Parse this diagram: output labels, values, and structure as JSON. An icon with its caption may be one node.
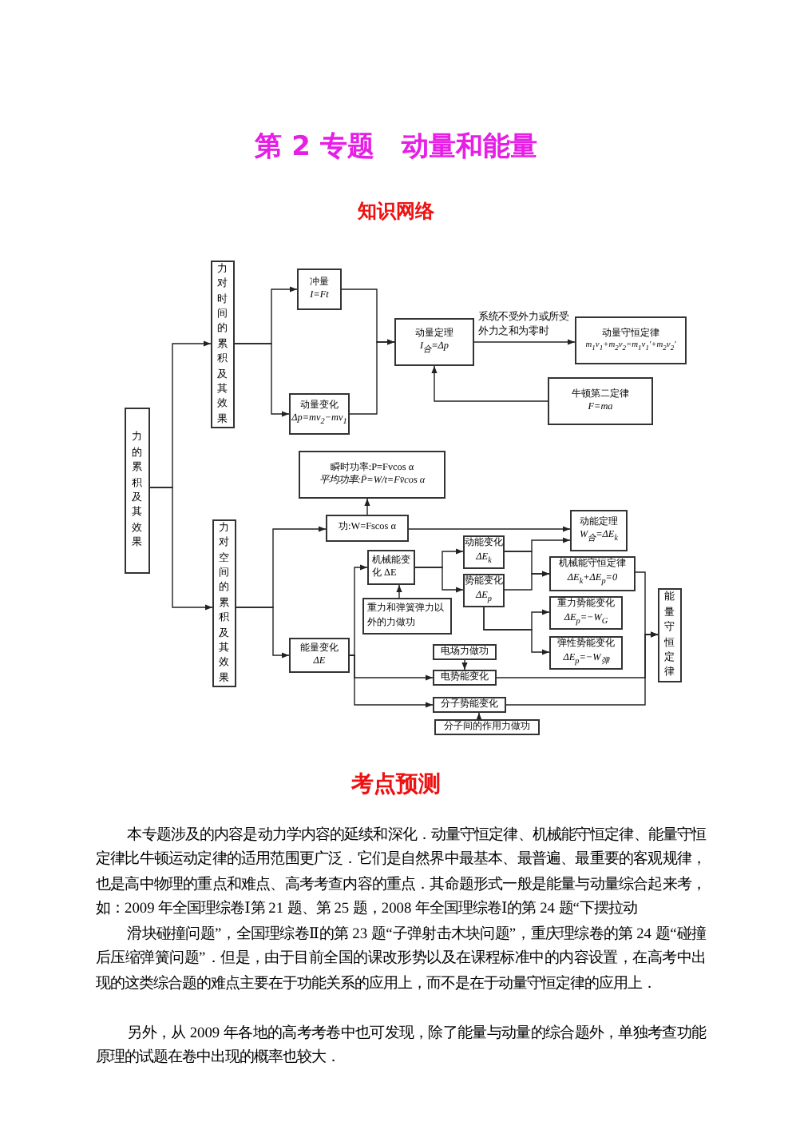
{
  "diagram": {
    "title": "第 2 专题　动量和能量",
    "nodes": [
      {
        "text": [
          "力的累积及其效果"
        ]
      },
      {
        "text": [
          "力对时间的累积及其效果"
        ]
      },
      {
        "text": [
          "冲量",
          "I=Ft"
        ]
      },
      {
        "text": [
          "动量变化",
          "Δp=mv$_{2}$−mv$_{1}$"
        ]
      },
      {
        "text": [
          "动量定理",
          "I$_{合}$=Δp"
        ]
      },
      {
        "text": [
          "动量守恒定律",
          "m$_{1}$v$_{1}$+m$_{2}$v$_{2}$=m$_{1}$v$_{1}$′+m$_{2}$v$_{2}$′"
        ]
      },
      {
        "text": [
          "牛顿第二定律",
          "F=ma"
        ]
      },
      {
        "text": [
          "瞬时功率:P=Fvcos α",
          "平均功率:P̄=W/t=Fv̄cos α"
        ]
      },
      {
        "text": [
          "力对空间的累积及其效果"
        ]
      },
      {
        "text": [
          "功:W=Fscos α"
        ]
      },
      {
        "text": [
          "动能定理",
          "W$_{合}$=ΔE$_{k}$"
        ]
      },
      {
        "text": [
          "机械能变化 ΔE"
        ]
      },
      {
        "text": [
          "动能变化",
          "ΔE$_{k}$"
        ]
      },
      {
        "text": [
          "势能变化",
          "ΔE$_{p}$"
        ]
      },
      {
        "text": [
          "机械能守恒定律",
          "ΔE$_{k}$+ΔE$_{p}$=0"
        ]
      },
      {
        "text": [
          "重力和弹簧弹力以外的力做功"
        ]
      },
      {
        "text": [
          "重力势能变化",
          "ΔE$_{p}$=−W$_{G}$"
        ]
      },
      {
        "text": [
          "弹性势能变化",
          "ΔE$_{p}$=−W$_{弹}$"
        ]
      },
      {
        "text": [
          "能量守恒定律"
        ]
      },
      {
        "text": [
          "能量变化",
          "ΔE"
        ]
      },
      {
        "text": [
          "电场力做功"
        ]
      },
      {
        "text": [
          "电势能变化"
        ]
      },
      {
        "text": [
          "分子势能变化"
        ]
      },
      {
        "text": [
          "分子间的作用力做功"
        ]
      }
    ],
    "edges": [
      {
        "from": 0,
        "to": 1,
        "arrow": "to"
      },
      {
        "from": 0,
        "to": 8,
        "arrow": "to"
      },
      {
        "from": 1,
        "to": 2,
        "arrow": "to"
      },
      {
        "from": 1,
        "to": 3,
        "arrow": "to"
      },
      {
        "from": 2,
        "to": 4,
        "arrow": "to"
      },
      {
        "from": 3,
        "to": 4,
        "arrow": "to"
      },
      {
        "from": 4,
        "to": 5,
        "arrow": "to",
        "label": "系统不受外力或所受外力之和为零时"
      },
      {
        "from": 6,
        "to": 4,
        "arrow": "to"
      },
      {
        "from": 8,
        "to": 9,
        "arrow": "to"
      },
      {
        "from": 8,
        "to": 19,
        "arrow": "to"
      },
      {
        "from": 9,
        "to": 7,
        "arrow": "to"
      },
      {
        "from": 9,
        "to": 10,
        "arrow": "to"
      },
      {
        "from": 11,
        "to": 12,
        "arrow": "to"
      },
      {
        "from": 11,
        "to": 13,
        "arrow": "to"
      },
      {
        "from": 12,
        "to": 10,
        "arrow": "to"
      },
      {
        "from": 12,
        "to": 14,
        "arrow": "to"
      },
      {
        "from": 13,
        "to": 14,
        "arrow": "to"
      },
      {
        "from": 13,
        "to": 16,
        "arrow": "to"
      },
      {
        "from": 13,
        "to": 17,
        "arrow": "to"
      },
      {
        "from": 15,
        "to": 11,
        "arrow": "to"
      },
      {
        "from": 19,
        "to": 11,
        "arrow": "to"
      },
      {
        "from": 19,
        "to": 21,
        "arrow": "to"
      },
      {
        "from": 19,
        "to": 22,
        "arrow": "to"
      },
      {
        "from": 20,
        "to": 21,
        "arrow": "to"
      },
      {
        "from": 23,
        "to": 22,
        "arrow": "to"
      },
      {
        "from": 14,
        "to": 18,
        "arrow": "to"
      },
      {
        "from": 21,
        "to": 18,
        "arrow": "to"
      },
      {
        "from": 22,
        "to": 18,
        "arrow": "to"
      }
    ],
    "labels": [
      "知识网络",
      "考点预测",
      "本专题涉及的内容是动力学内容的延续和深化．动量守恒定律、机械能守恒定律、能量守恒定律比牛顿运动定律的适用范围更广泛．它们是自然界中最基本、最普遍、最重要的客观规律，也是高中物理的重点和难点、高考考查内容的重点．其命题形式一般是能量与动量综合起来考，如：2009 年全国理综卷Ⅰ第 21 题、第 25 题，2008 年全国理综卷Ⅰ的第 24 题“下摆拉动",
      "滑块碰撞问题”，全国理综卷Ⅱ的第 23 题“子弹射击木块问题”，重庆理综卷的第 24 题“碰撞后压缩弹簧问题”．但是，由于目前全国的课改形势以及在课程标准中的内容设置，在高考中出现的这类综合题的难点主要在于功能关系的应用上，而不是在于动量守恒定律的应用上．",
      "另外，从 2009 年各地的高考考卷中也可发现，除了能量与动量的综合题外，单独考查功能原理的试题在卷中出现的概率也较大．"
    ]
  }
}
